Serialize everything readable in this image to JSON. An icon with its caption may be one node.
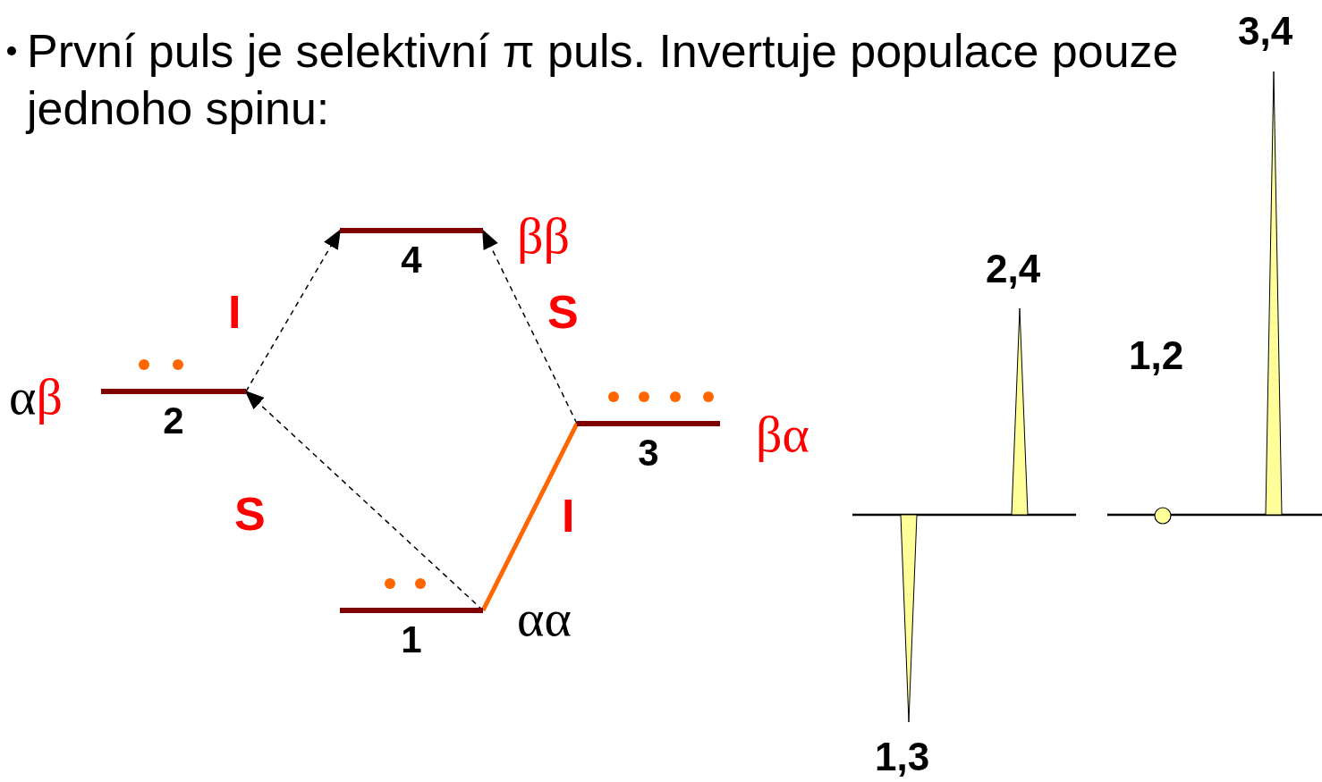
{
  "diagram": {
    "title": "První puls je selektivní π puls. Invertuje populace pouze jednoho spinu:",
    "nodes": [
      {
        "text": [
          "4"
        ],
        "beside": [
          "ββ"
        ]
      },
      {
        "text": [
          "2"
        ],
        "beside": [
          "αβ"
        ]
      },
      {
        "text": [
          "3"
        ],
        "beside": [
          "βα"
        ]
      },
      {
        "text": [
          "1"
        ],
        "beside": [
          "αα"
        ]
      }
    ],
    "edges": [
      {
        "from": 3,
        "to": 1,
        "arrow": "to",
        "label": "S",
        "style": "dashed"
      },
      {
        "from": 1,
        "to": 0,
        "arrow": "to",
        "label": "I",
        "style": "dashed"
      },
      {
        "from": 2,
        "to": 0,
        "arrow": "to",
        "label": "S",
        "style": "dashed"
      },
      {
        "from": 3,
        "to": 2,
        "arrow": "none",
        "label": "I",
        "style": "thick",
        "color": "#ff6600"
      }
    ],
    "labels": [
      "3,4",
      "2,4",
      "1,2",
      "1,3"
    ]
  }
}
